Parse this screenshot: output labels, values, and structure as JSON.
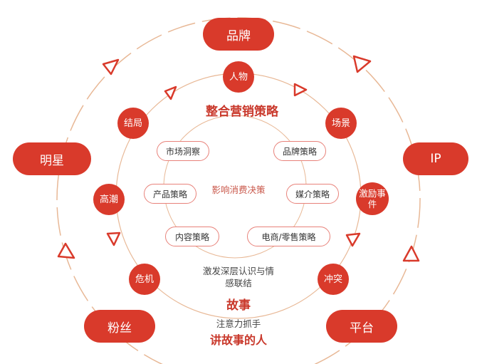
{
  "outer": {
    "top": "品牌",
    "left": "明星",
    "right": "IP",
    "bottom_left": "粉丝",
    "bottom_right": "平台"
  },
  "nodes": {
    "person": "人物",
    "scene": "场景",
    "ending": "结局",
    "climax": "高潮",
    "incentive": "激励事件",
    "crisis": "危机",
    "conflict": "冲突"
  },
  "center": {
    "title": "整合营销策略",
    "subtitle": "影响消费决策",
    "strategies": [
      "市场洞察",
      "品牌策略",
      "产品策略",
      "媒介策略",
      "内容策略",
      "电商/零售策略"
    ]
  },
  "bottom": {
    "deep": "激发深层认识与情感联结",
    "story": "故事",
    "attention": "注意力抓手",
    "storyteller": "讲故事的人"
  },
  "colors": {
    "primary": "#d93a2b",
    "ring": "#e8b896",
    "text_red": "#c9382b"
  }
}
